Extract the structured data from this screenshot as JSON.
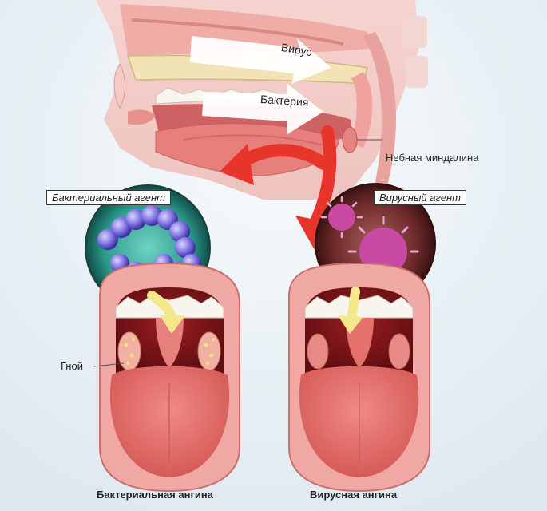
{
  "labels": {
    "virus_arrow": "Вирус",
    "bacteria_arrow": "Бактерия",
    "palatine_tonsil": "Небная миндалина",
    "bacterial_agent": "Бактериальный агент",
    "viral_agent": "Вирусный агент",
    "pus": "Гной",
    "bacterial_angina": "Бактериальная ангина",
    "viral_angina": "Вирусная ангина"
  },
  "colors": {
    "background": "#eef3f7",
    "flesh": "#f2b3b0",
    "tongue": "#e86a6a",
    "arrow_red": "#e8352b",
    "arrow_yellow": "#f3e88a",
    "bacteria_circle": "#3fa79a",
    "virus_circle": "#6e2a2a",
    "virus_particle": "#c94aa3"
  }
}
